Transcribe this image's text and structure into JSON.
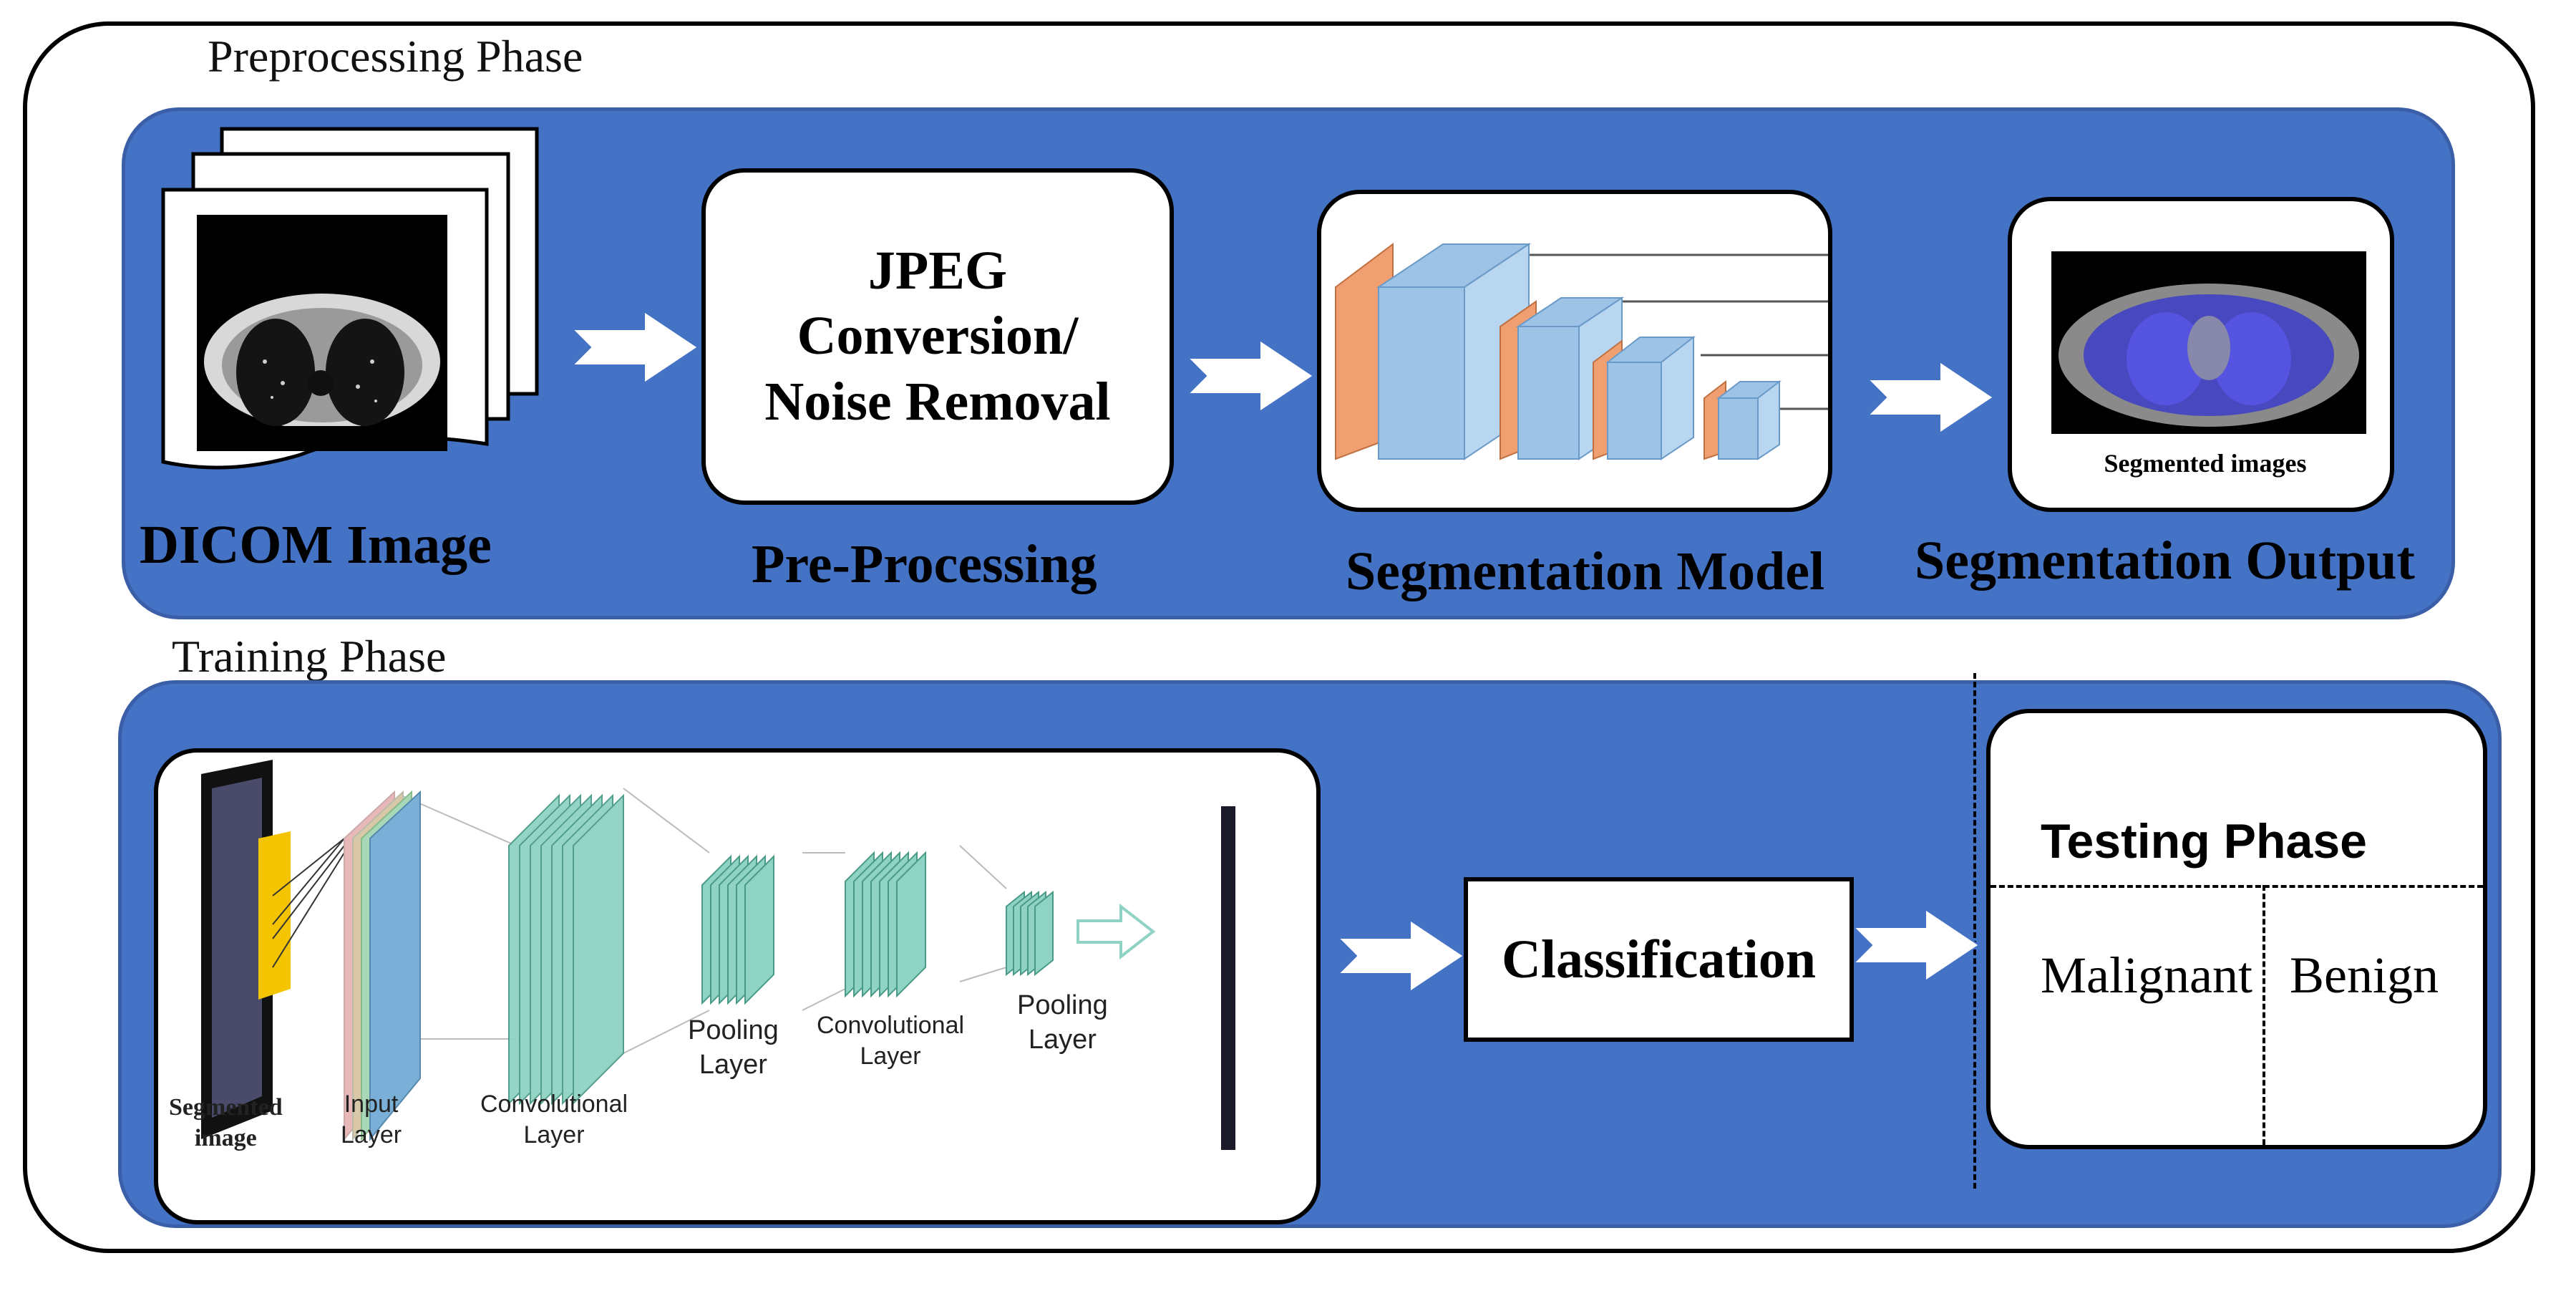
{
  "phases": {
    "preprocessing": "Preprocessing Phase",
    "training": "Training Phase",
    "testing": "Testing Phase"
  },
  "stages": {
    "dicom": "DICOM Image",
    "preprocessing": "Pre-Processing",
    "preprocessing_box_line1": "JPEG",
    "preprocessing_box_line2": "Conversion/",
    "preprocessing_box_line3": "Noise Removal",
    "segmentation_model": "Segmentation Model",
    "segmentation_output": "Segmentation Output",
    "segmented_images": "Segmented images",
    "classification": "Classification"
  },
  "cnn": {
    "segmented_image_1": "Segmented",
    "segmented_image_2": "image",
    "input_1": "Input",
    "input_2": "Layer",
    "conv1_1": "Convolutional",
    "conv1_2": "Layer",
    "pool1_1": "Pooling",
    "pool1_2": "Layer",
    "conv2_1": "Convolutional",
    "conv2_2": "Layer",
    "pool2_1": "Pooling",
    "pool2_2": "Layer"
  },
  "outcomes": {
    "malignant": "Malignant",
    "benign": "Benign"
  },
  "colors": {
    "band": "#4472c4",
    "orange_layer": "#f0a070",
    "blue_layer": "#9dc3e6",
    "cnn_green": "#8fd3c4",
    "segmentation_overlay": "#3c3cc8"
  }
}
